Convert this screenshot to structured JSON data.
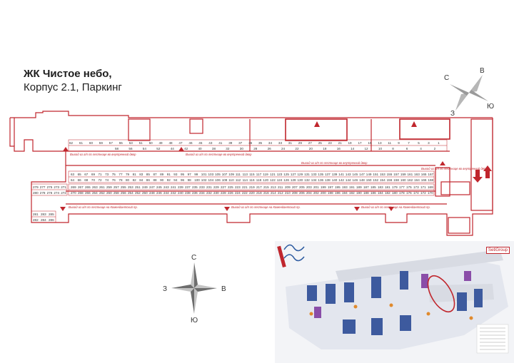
{
  "title": {
    "line1": "ЖК Чистое небо,",
    "line2": "Корпус 2.1, Паркинг"
  },
  "compass_small": {
    "n": "С",
    "e": "В",
    "s": "Ю",
    "w": "З"
  },
  "compass_large": {
    "n": "С",
    "e": "В",
    "s": "Ю",
    "w": "З"
  },
  "exits": {
    "to_yard": "Выход из а/п по лестнице во внутренний двор",
    "to_komendantsky": "Выход из а/п по лестнице на Комендантский пр."
  },
  "top_row": [
    "62",
    "61",
    "60",
    "59",
    "57",
    "55",
    "53",
    "51",
    "50",
    "49",
    "48",
    "47",
    "46",
    "45",
    "43",
    "41",
    "39",
    "37",
    "36",
    "35",
    "34",
    "33",
    "31",
    "29",
    "27",
    "25",
    "23",
    "21",
    "19",
    "17",
    "15",
    "13",
    "11",
    "9",
    "7",
    "5",
    "3",
    "1"
  ],
  "top_row2": [
    "58",
    "56",
    "54",
    "52",
    "44",
    "42",
    "40",
    "38",
    "32",
    "30",
    "28",
    "26",
    "24",
    "22",
    "20",
    "18",
    "16",
    "14",
    "12",
    "10",
    "8",
    "6",
    "4",
    "2"
  ],
  "upper_mid_row": [
    "63",
    "65",
    "67",
    "69",
    "71",
    "73",
    "75",
    "77",
    "79",
    "81",
    "83",
    "85",
    "87",
    "89",
    "91",
    "93",
    "95",
    "97",
    "99",
    "101",
    "103",
    "105",
    "107",
    "109",
    "111",
    "113",
    "115",
    "117",
    "119",
    "121",
    "123",
    "125",
    "127",
    "129",
    "131",
    "133",
    "135",
    "137",
    "139",
    "141",
    "143",
    "145",
    "147",
    "149",
    "151",
    "153",
    "155",
    "157",
    "159",
    "161",
    "163",
    "165",
    "167"
  ],
  "upper_mid_row2": [
    "64",
    "66",
    "68",
    "70",
    "72",
    "74",
    "76",
    "78",
    "80",
    "82",
    "84",
    "86",
    "88",
    "90",
    "92",
    "94",
    "96",
    "98",
    "100",
    "102",
    "104",
    "106",
    "108",
    "110",
    "112",
    "114",
    "116",
    "118",
    "120",
    "122",
    "124",
    "126",
    "128",
    "130",
    "132",
    "134",
    "136",
    "138",
    "140",
    "142",
    "144",
    "146",
    "148",
    "150",
    "152",
    "154",
    "156",
    "158",
    "160",
    "162",
    "164",
    "166",
    "168"
  ],
  "lower_mid_row": [
    "269",
    "267",
    "265",
    "263",
    "261",
    "259",
    "257",
    "255",
    "253",
    "251",
    "249",
    "247",
    "245",
    "243",
    "241",
    "239",
    "237",
    "235",
    "233",
    "231",
    "229",
    "227",
    "225",
    "223",
    "221",
    "219",
    "217",
    "215",
    "213",
    "211",
    "209",
    "207",
    "205",
    "203",
    "201",
    "199",
    "197",
    "195",
    "193",
    "191",
    "189",
    "187",
    "185",
    "183",
    "181",
    "179",
    "177",
    "175",
    "173",
    "171",
    "169"
  ],
  "lower_mid_row2": [
    "270",
    "268",
    "266",
    "264",
    "262",
    "260",
    "258",
    "256",
    "254",
    "252",
    "250",
    "248",
    "246",
    "244",
    "242",
    "240",
    "238",
    "236",
    "234",
    "232",
    "230",
    "228",
    "226",
    "224",
    "222",
    "220",
    "218",
    "216",
    "214",
    "212",
    "210",
    "208",
    "206",
    "204",
    "202",
    "200",
    "198",
    "196",
    "194",
    "192",
    "190",
    "188",
    "186",
    "184",
    "182",
    "180",
    "178",
    "176",
    "174",
    "172",
    "170"
  ],
  "left_block": [
    "279",
    "277",
    "275",
    "273",
    "271",
    "280",
    "278",
    "276",
    "274",
    "272"
  ],
  "left_bottom": [
    "281",
    "283",
    "285",
    "282",
    "284",
    "286"
  ],
  "map_logo": "SetlGroup",
  "colors": {
    "plan": "#c0262d",
    "text": "#1e1e1e"
  }
}
